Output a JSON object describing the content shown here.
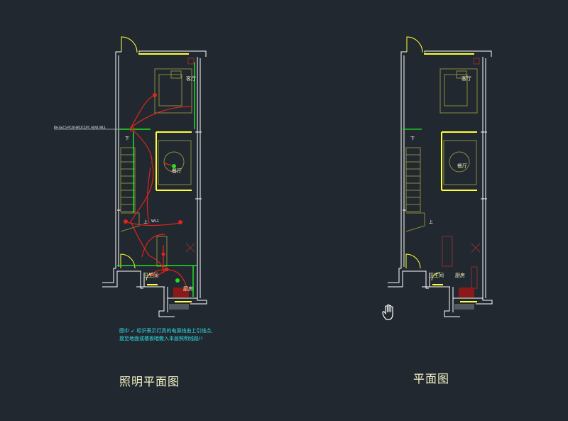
{
  "drawings": {
    "left": {
      "title": "照明平面图",
      "rooms": {
        "living": "客厅",
        "dining": "餐厅",
        "bathroom": "卫生间",
        "kitchen": "厨房"
      },
      "stair_down": "下",
      "stair_up": "上",
      "circuit_label": "WL1",
      "feeder_label": "BV-3x2.5-PC20-WC/CC/FC ALN1 WL1",
      "notes": [
        "图中  ↙ 标识表示灯具的电源线由上引线点,",
        "接至地面或楼板暗敷入本层照明线路!!"
      ]
    },
    "right": {
      "title": "平面图",
      "rooms": {
        "living": "客厅",
        "dining": "餐厅",
        "bathroom": "卫生间",
        "kitchen": "厨房"
      },
      "stair_down": "下",
      "stair_up": "上"
    }
  },
  "colors": {
    "background": "#212830",
    "wall": "#ffffff",
    "window": "#ffff33",
    "furniture": "#8c8a3c",
    "wiring": "#e0241c",
    "green_line": "#22dd22",
    "note_text": "#2ee0e6"
  },
  "cursor": {
    "icon": "hand-pointer-icon"
  }
}
